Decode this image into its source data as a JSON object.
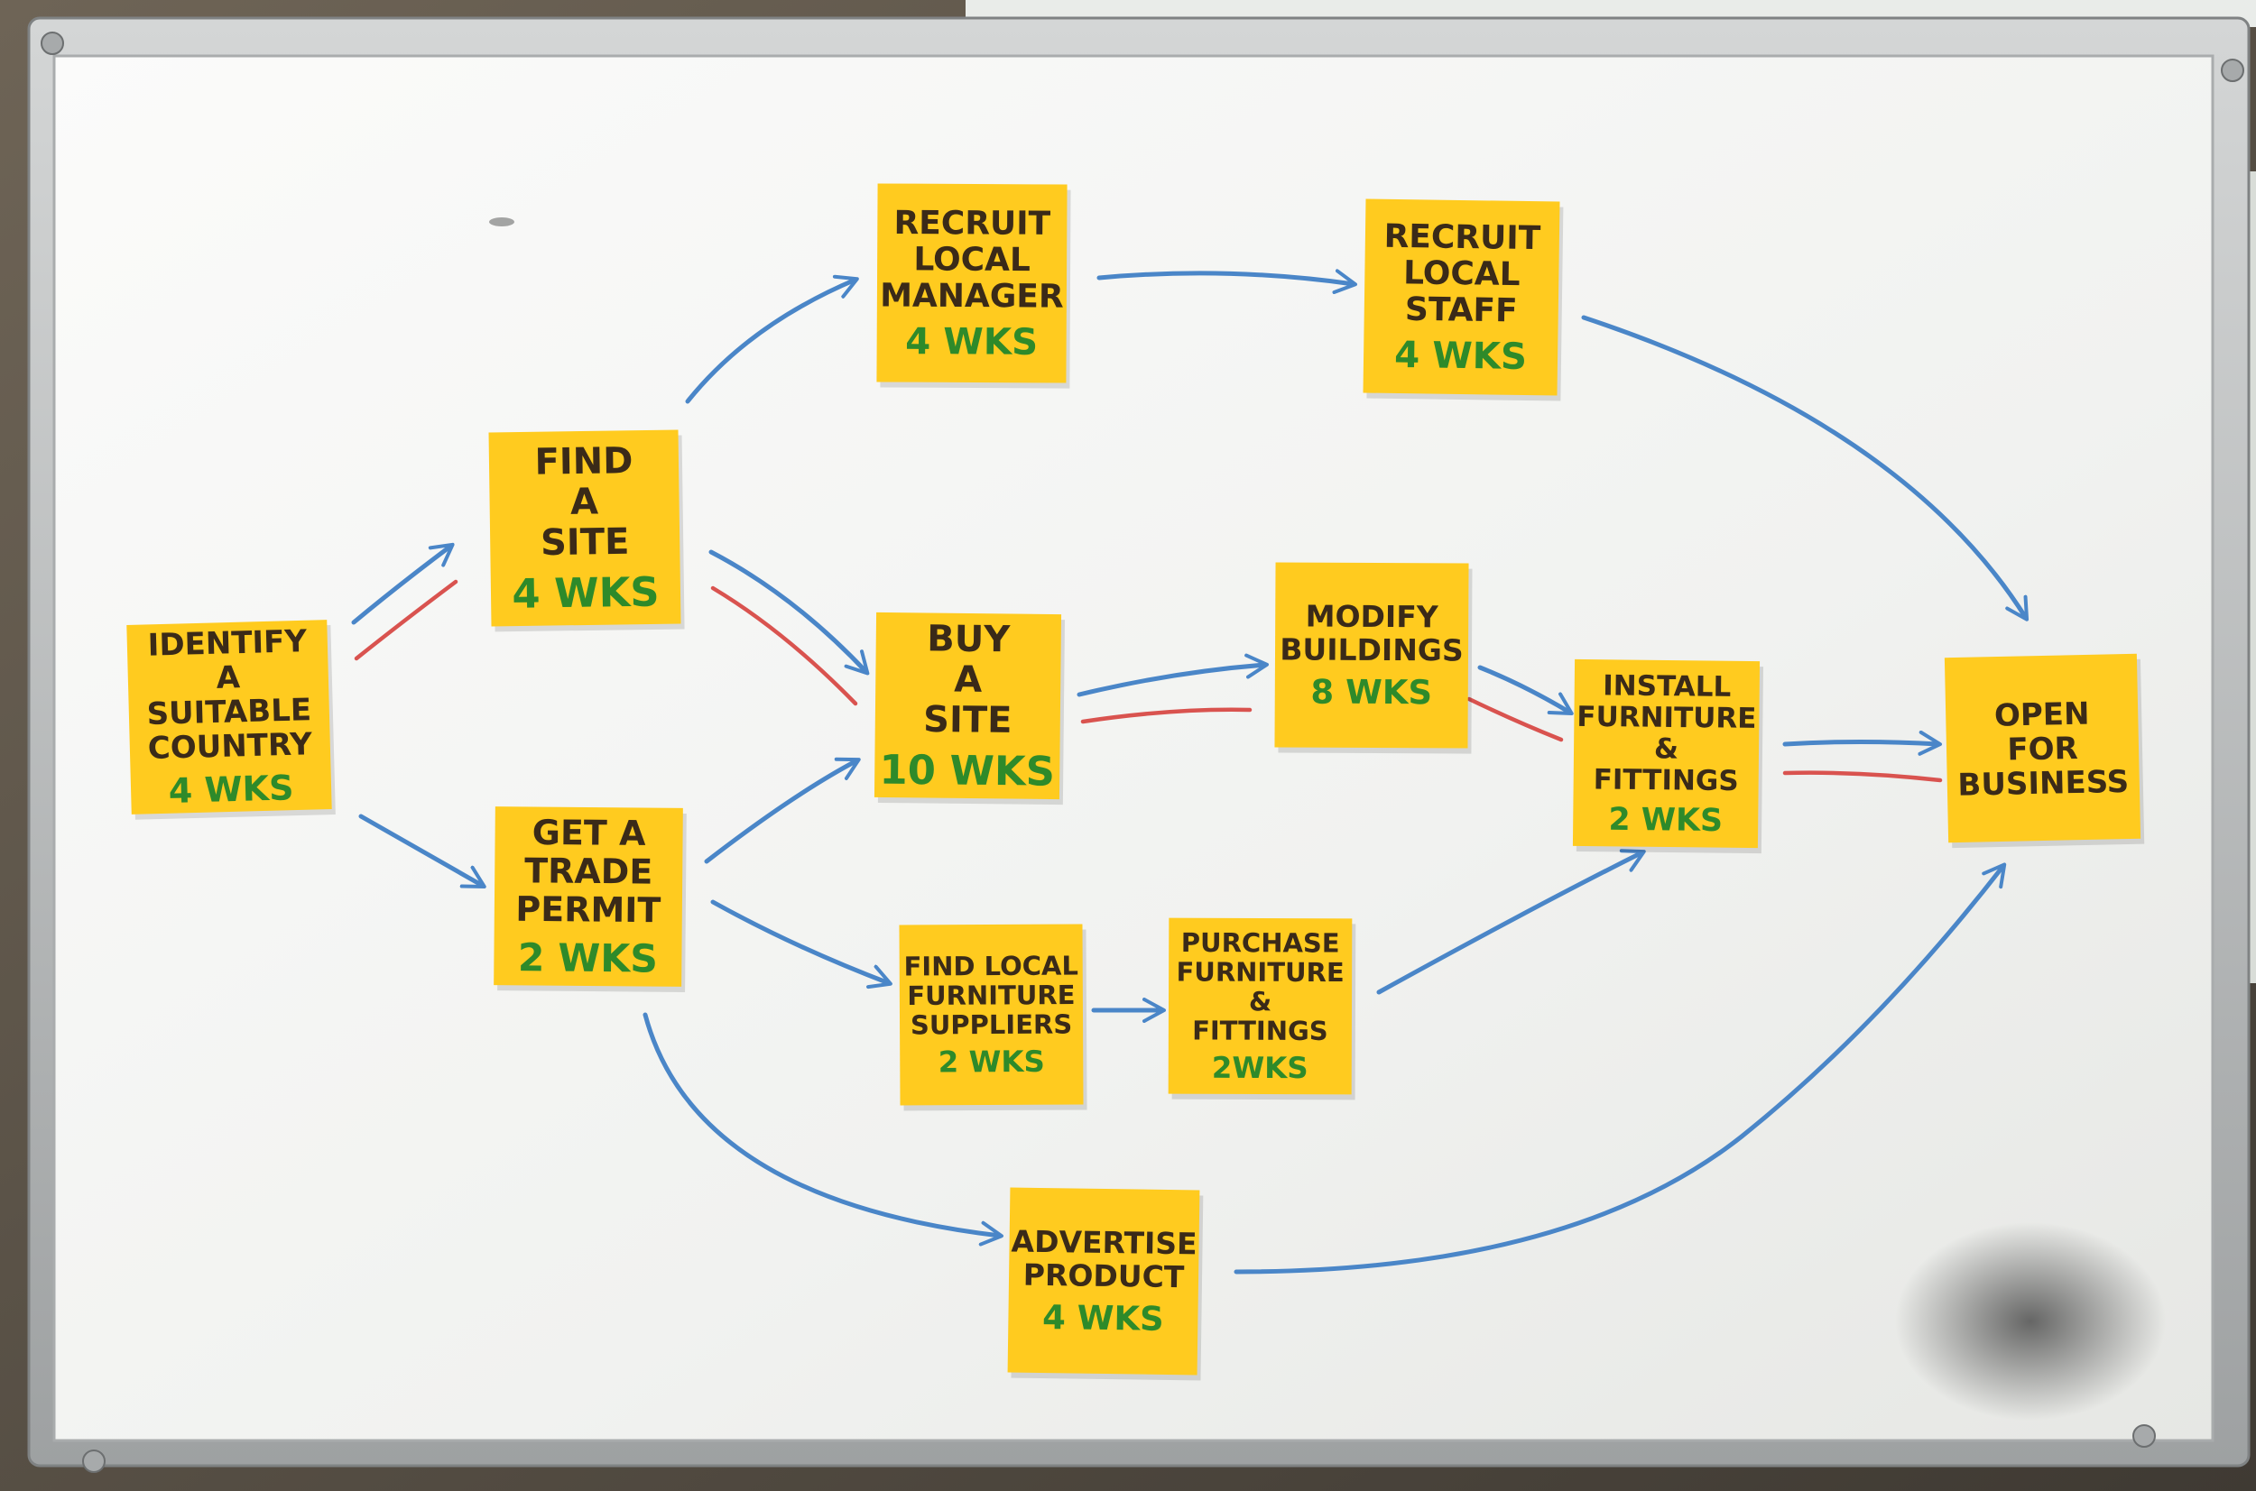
{
  "colors": {
    "note": "#ffcb1f",
    "task_text": "#3a2a18",
    "duration_text": "#2e8a2a",
    "arrow_blue": "#4a86c8",
    "critical_red": "#d9534f",
    "board": "#f4f5f3",
    "frame": "#b9bcbd"
  },
  "tasks": [
    {
      "id": "identify",
      "lines": [
        "IDENTIFY",
        "A",
        "SUITABLE",
        "COUNTRY"
      ],
      "duration": "4 WKS"
    },
    {
      "id": "find_site",
      "lines": [
        "FIND",
        "A",
        "SITE"
      ],
      "duration": "4 WKS"
    },
    {
      "id": "trade_permit",
      "lines": [
        "GET A",
        "TRADE",
        "PERMIT"
      ],
      "duration": "2 WKS"
    },
    {
      "id": "recruit_manager",
      "lines": [
        "RECRUIT",
        "LOCAL",
        "MANAGER"
      ],
      "duration": "4 WKS"
    },
    {
      "id": "buy_site",
      "lines": [
        "BUY",
        "A",
        "SITE"
      ],
      "duration": "10 WKS"
    },
    {
      "id": "find_suppliers",
      "lines": [
        "FIND LOCAL",
        "FURNITURE",
        "SUPPLIERS"
      ],
      "duration": "2 WKS"
    },
    {
      "id": "advertise",
      "lines": [
        "ADVERTISE",
        "PRODUCT"
      ],
      "duration": "4 WKS"
    },
    {
      "id": "recruit_staff",
      "lines": [
        "RECRUIT",
        "LOCAL",
        "STAFF"
      ],
      "duration": "4 WKS"
    },
    {
      "id": "modify",
      "lines": [
        "MODIFY",
        "BUILDINGS"
      ],
      "duration": "8 WKS"
    },
    {
      "id": "purchase",
      "lines": [
        "PURCHASE",
        "FURNITURE",
        "&",
        "FITTINGS"
      ],
      "duration": "2WKS"
    },
    {
      "id": "install",
      "lines": [
        "INSTALL",
        "FURNITURE",
        "&",
        "FITTINGS"
      ],
      "duration": "2 WKS"
    },
    {
      "id": "open",
      "lines": [
        "OPEN",
        "FOR",
        "BUSINESS"
      ],
      "duration": ""
    }
  ],
  "dependencies": [
    {
      "from": "identify",
      "to": "find_site",
      "critical": true
    },
    {
      "from": "identify",
      "to": "trade_permit",
      "critical": false
    },
    {
      "from": "find_site",
      "to": "recruit_manager",
      "critical": false
    },
    {
      "from": "find_site",
      "to": "buy_site",
      "critical": true
    },
    {
      "from": "trade_permit",
      "to": "buy_site",
      "critical": false
    },
    {
      "from": "trade_permit",
      "to": "find_suppliers",
      "critical": false
    },
    {
      "from": "trade_permit",
      "to": "advertise",
      "critical": false
    },
    {
      "from": "recruit_manager",
      "to": "recruit_staff",
      "critical": false
    },
    {
      "from": "recruit_staff",
      "to": "open",
      "critical": false
    },
    {
      "from": "buy_site",
      "to": "modify",
      "critical": true
    },
    {
      "from": "modify",
      "to": "install",
      "critical": true
    },
    {
      "from": "find_suppliers",
      "to": "purchase",
      "critical": false
    },
    {
      "from": "purchase",
      "to": "install",
      "critical": false
    },
    {
      "from": "install",
      "to": "open",
      "critical": true
    },
    {
      "from": "advertise",
      "to": "open",
      "critical": false
    }
  ]
}
